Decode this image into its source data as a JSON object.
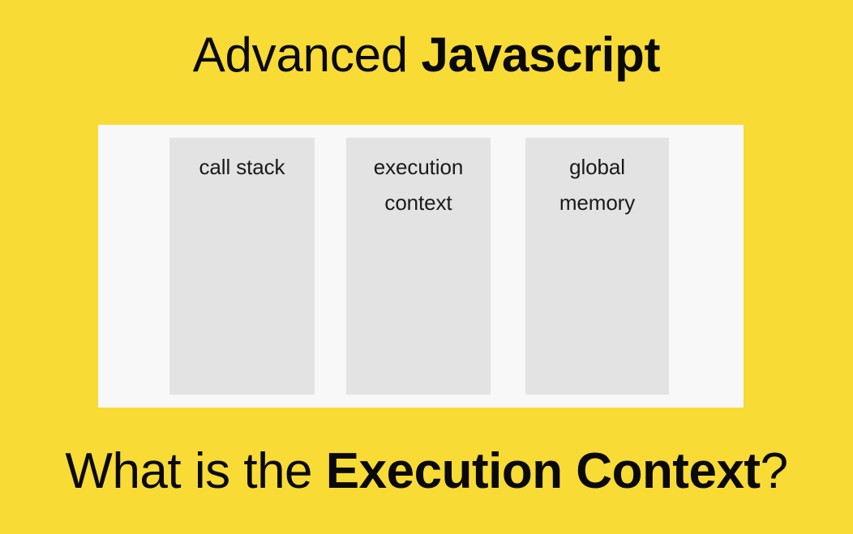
{
  "slide": {
    "background_color": "#f8db35",
    "text_color": "#0a0a0a"
  },
  "title": {
    "regular_part": "Advanced ",
    "bold_part": "Javascript"
  },
  "diagram": {
    "panel_color": "#f8f8f8",
    "column_color": "#e3e3e4",
    "columns": [
      {
        "name": "call-stack",
        "label": "call stack"
      },
      {
        "name": "execution-context",
        "label": "execution\ncontext"
      },
      {
        "name": "global-memory",
        "label": "global\nmemory"
      }
    ]
  },
  "caption": {
    "regular_prefix": "What is the ",
    "bold_part": "Execution Context",
    "regular_suffix": "?"
  }
}
